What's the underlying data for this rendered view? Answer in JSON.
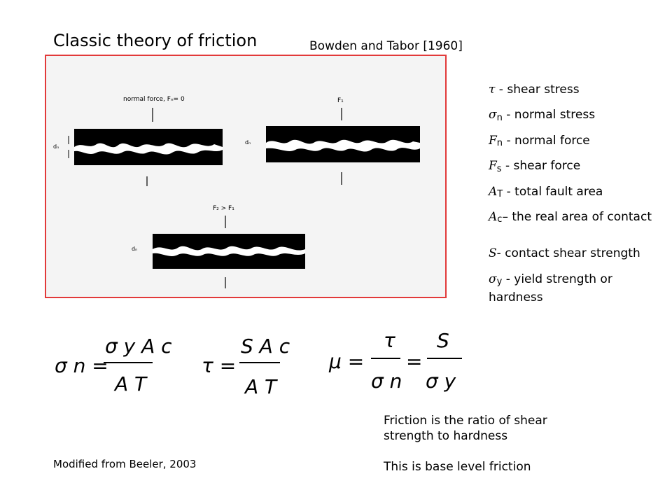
{
  "title": "Classic theory of friction",
  "reference": "Bowden and Tabor [1960]",
  "figure": {
    "panel1_label": "normal force, Fₙ= 0",
    "panel2_label": "F₁",
    "panel3_label": "F₂ > F₁",
    "gap_label": "dₙ"
  },
  "definitions": [
    {
      "symbol": "τ",
      "sub": "",
      "text": " - shear stress"
    },
    {
      "symbol": "σ",
      "sub": "n",
      "text": " - normal stress"
    },
    {
      "symbol": "F",
      "sub": "n",
      "text": " - normal force"
    },
    {
      "symbol": "F",
      "sub": "s",
      "text": " -  shear force"
    },
    {
      "symbol": "A",
      "sub": "T",
      "text": " - total fault area"
    },
    {
      "symbol": "A",
      "sub": "c",
      "text": "– the real area of contact"
    },
    {
      "symbol": "S",
      "sub": "",
      "text": "- contact shear strength"
    },
    {
      "symbol": "σ",
      "sub": "y",
      "text": "  - yield strength or hardness"
    }
  ],
  "equations": {
    "eq1_lhs": "σ n =",
    "eq1_num": "σ y A c",
    "eq1_den": "A T",
    "eq2_lhs": "τ =",
    "eq2_num": "S A c",
    "eq2_den": "A T",
    "eq3_lhs": "μ =",
    "eq3_num1": "τ",
    "eq3_den1": "σ n",
    "eq3_eq": "=",
    "eq3_num2": "S",
    "eq3_den2": "σ y"
  },
  "caption": "Modified from Beeler, 2003",
  "note": {
    "line1": "Friction is the ratio of shear strength to hardness",
    "line2": "This is base level friction"
  }
}
